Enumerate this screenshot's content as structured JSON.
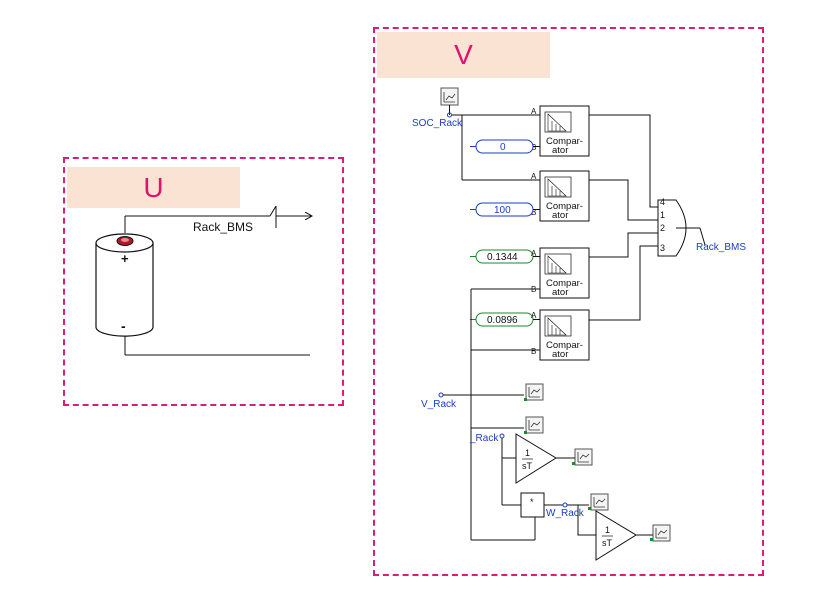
{
  "panels": {
    "u": {
      "tag": "U"
    },
    "v": {
      "tag": "V"
    }
  },
  "battery": {
    "plus": "+",
    "minus": "-",
    "output_label": "Rack_BMS"
  },
  "signals": {
    "soc": "SOC_Rack",
    "voltage": "V_Rack",
    "current": "_Rack",
    "energy": "W_Rack",
    "or_output": "Rack_BMS"
  },
  "constants": [
    "0",
    "100",
    "0.1344",
    "0.0896"
  ],
  "comparator": {
    "line1": "Compar-",
    "line2": "ator",
    "port_a": "A",
    "port_b": "B"
  },
  "or_gate_inputs": [
    "4",
    "1",
    "2",
    "3"
  ],
  "integrator": {
    "num": "1",
    "den": "sT"
  },
  "multiplier_symbol": "*"
}
